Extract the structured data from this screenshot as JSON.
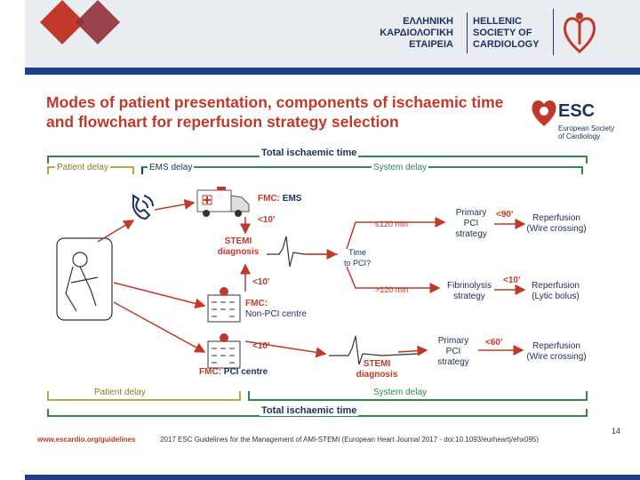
{
  "header": {
    "greek_lines": [
      "ΕΛΛΗΝΙΚΗ",
      "ΚΑΡΔΙΟΛΟΓΙΚΗ",
      "ΕΤΑΙΡΕΙΑ"
    ],
    "english_lines": [
      "HELLENIC",
      "SOCIETY OF",
      "CARDIOLOGY"
    ]
  },
  "title_lines": [
    "Modes of patient presentation, components of ischaemic time",
    "and flowchart for reperfusion strategy selection"
  ],
  "esc": {
    "name": "ESC",
    "sub_lines": [
      "European Society",
      "of Cardiology"
    ]
  },
  "timeline": {
    "total_top": "Total ischaemic time",
    "patient_delay_top": "Patient delay",
    "ems_delay": "EMS delay",
    "system_delay_top": "System delay",
    "patient_delay_bottom": "Patient delay",
    "system_delay_bottom": "System delay",
    "total_bottom": "Total ischaemic time"
  },
  "flow": {
    "fmc_ems_prefix": "FMC:",
    "fmc_ems_suffix": " EMS",
    "lt10_1": "<10'",
    "stemi_diag_1": [
      "STEMI",
      "diagnosis"
    ],
    "time_to_pci": [
      "Time",
      "to PCI?"
    ],
    "le120": "≤120 min",
    "gt120": ">120 min",
    "primary_pci_1": [
      "Primary",
      "PCI",
      "strategy"
    ],
    "lt90": "<90'",
    "reperfusion_wire_1": [
      "Reperfusion",
      "(Wire crossing)"
    ],
    "fibrinolysis": [
      "Fibrinolysis",
      "strategy"
    ],
    "lt10_2": "<10'",
    "reperfusion_lytic": [
      "Reperfusion",
      "(Lytic bolus)"
    ],
    "lt10_3": "<10'",
    "fmc_nonpci": [
      "FMC:",
      "Non-PCI centre"
    ],
    "lt10_4": "<10'",
    "fmc_pci_prefix": "FMC:",
    "fmc_pci_suffix": " PCI centre",
    "stemi_diag_2": [
      "STEMI",
      "diagnosis"
    ],
    "primary_pci_2": [
      "Primary",
      "PCI",
      "strategy"
    ],
    "lt60": "<60'",
    "reperfusion_wire_2": [
      "Reperfusion",
      "(Wire crossing)"
    ]
  },
  "footer": {
    "url": "www.escardio.org/guidelines",
    "citation": "2017 ESC Guidelines for the Management of AMI-STEMI (European Heart Journal 2017 - doi:10.1093/eurheartj/ehx095)",
    "page": "14"
  },
  "colors": {
    "red": "#c0392b",
    "navy": "#1e3160",
    "green": "#2f8a4c",
    "gold": "#b8a84a",
    "header_blue": "#1e3f8a"
  }
}
